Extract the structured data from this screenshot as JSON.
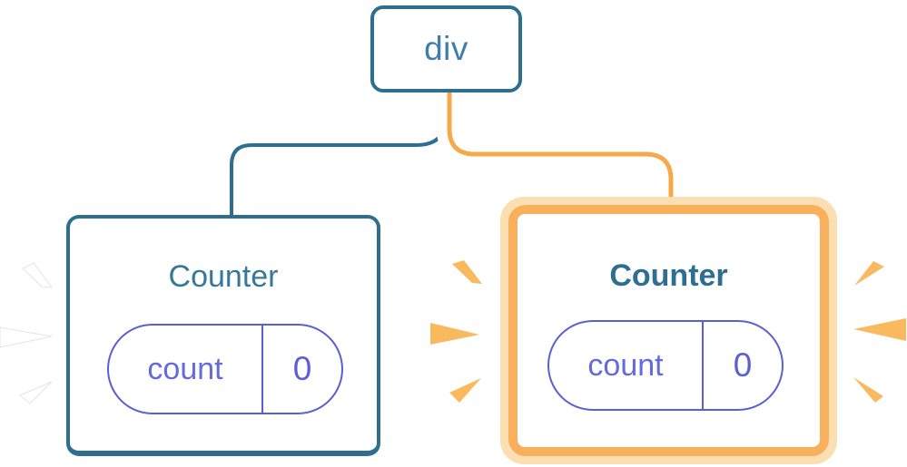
{
  "tree": {
    "root": {
      "label": "div"
    },
    "children": [
      {
        "label": "Counter",
        "state": {
          "key": "count",
          "value": "0"
        },
        "highlighted": false
      },
      {
        "label": "Counter",
        "state": {
          "key": "count",
          "value": "0"
        },
        "highlighted": true
      }
    ]
  },
  "colors": {
    "node_border_blue": "#2E6E8F",
    "node_text_blue": "#3E7EA8",
    "component_label_teal": "#35789B",
    "component_label_teal_bold": "#2E6E93",
    "state_pill_purple": "#5A5FD3",
    "state_key_purple": "#646BDD",
    "connector_blue": "#2E6E8F",
    "connector_orange": "#F5A948",
    "highlight_border_orange": "#F8B05C",
    "highlight_halo_orange": "#FBDFB0",
    "burst_orange": "#F9B95F",
    "burst_white": "#FFFFFF"
  }
}
